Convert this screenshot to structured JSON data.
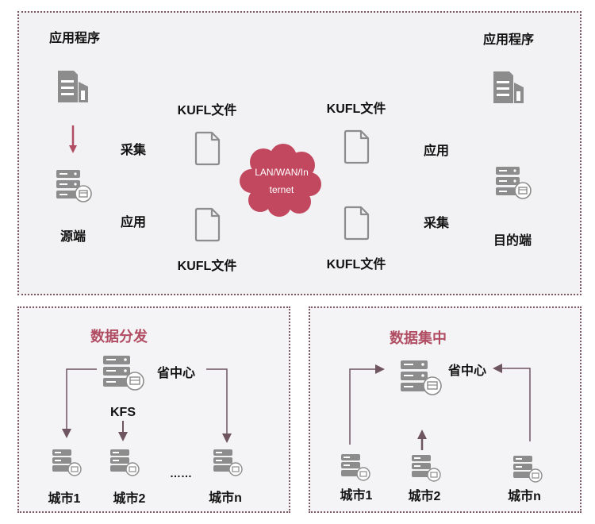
{
  "top": {
    "source_app_label": "应用程序",
    "dest_app_label": "应用程序",
    "source_label": "源端",
    "dest_label": "目的端",
    "collect_left": "采集",
    "apply_left": "应用",
    "apply_right": "应用",
    "collect_right": "采集",
    "kufl_file_tl": "KUFL文件",
    "kufl_file_bl": "KUFL文件",
    "kufl_file_tr": "KUFL文件",
    "kufl_file_br": "KUFL文件",
    "network_line1": "LAN/WAN/In",
    "network_line2": "ternet"
  },
  "distribution": {
    "title": "数据分发",
    "center_label": "省中心",
    "kfs_label": "KFS",
    "ellipsis": "……",
    "city1": "城市1",
    "city2": "城市2",
    "cityn": "城市n"
  },
  "aggregation": {
    "title": "数据集中",
    "center_label": "省中心",
    "city1": "城市1",
    "city2": "城市2",
    "cityn": "城市n"
  },
  "colors": {
    "accent": "#b14d63",
    "cloud": "#c2485f",
    "icon": "#8c8c8c",
    "arrow_dark": "#6e5560",
    "border": "#7a5a63"
  }
}
